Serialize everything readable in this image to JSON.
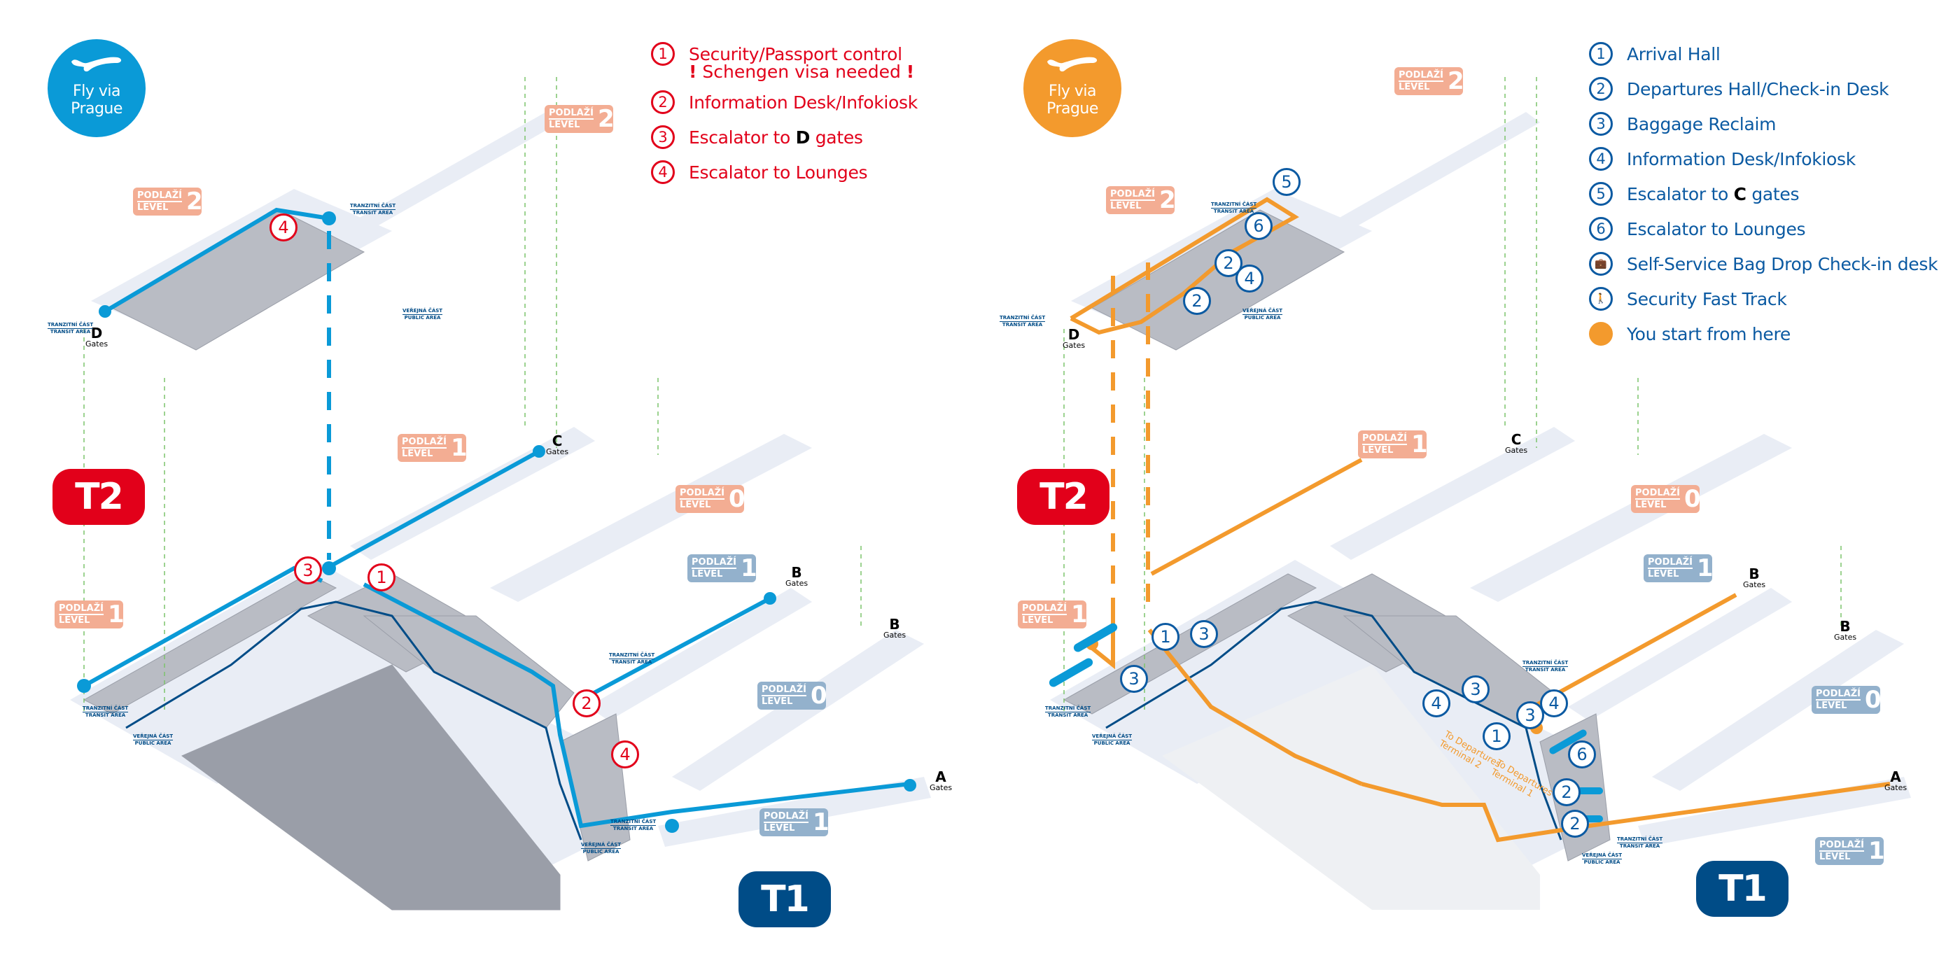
{
  "colors": {
    "red": "#e2001a",
    "route_blue": "#0a9ad7",
    "dark_blue": "#004c87",
    "orange": "#f39a2d",
    "level_orange": "#f3ad93",
    "level_blue": "#93b1cc",
    "building_grey": "#b9bcc4",
    "floor_light": "#e9edf5"
  },
  "left_map": {
    "logo": {
      "line1": "Fly via",
      "line2": "Prague",
      "color": "#0a9ad7"
    },
    "legend": [
      {
        "num": "1",
        "label": "Security/Passport control",
        "sub": "Schengen visa needed",
        "sub_mark": "!"
      },
      {
        "num": "2",
        "label": "Information Desk/Infokiosk"
      },
      {
        "num": "3",
        "label_pre": "Escalator to ",
        "label_bold": "D",
        "label_post": " gates"
      },
      {
        "num": "4",
        "label": "Escalator to Lounges"
      }
    ],
    "terminals": {
      "t2": "T2",
      "t1": "T1"
    },
    "levels": [
      {
        "word1": "PODLAŽÍ",
        "word2": "LEVEL",
        "num": "2",
        "tone": "orange"
      },
      {
        "word1": "PODLAŽÍ",
        "word2": "LEVEL",
        "num": "2",
        "tone": "orange"
      },
      {
        "word1": "PODLAŽÍ",
        "word2": "LEVEL",
        "num": "1",
        "tone": "orange"
      },
      {
        "word1": "PODLAŽÍ",
        "word2": "LEVEL",
        "num": "0",
        "tone": "orange"
      },
      {
        "word1": "PODLAŽÍ",
        "word2": "LEVEL",
        "num": "1",
        "tone": "orange"
      },
      {
        "word1": "PODLAŽÍ",
        "word2": "LEVEL",
        "num": "1",
        "tone": "blue"
      },
      {
        "word1": "PODLAŽÍ",
        "word2": "LEVEL",
        "num": "0",
        "tone": "blue"
      },
      {
        "word1": "PODLAŽÍ",
        "word2": "LEVEL",
        "num": "1",
        "tone": "blue"
      }
    ],
    "gates": [
      {
        "letter": "D",
        "word": "Gates"
      },
      {
        "letter": "C",
        "word": "Gates"
      },
      {
        "letter": "B",
        "word": "Gates"
      },
      {
        "letter": "B",
        "word": "Gates"
      },
      {
        "letter": "A",
        "word": "Gates"
      }
    ],
    "zones": {
      "transit_cz": "TRANZITNÍ ČÁST",
      "transit_en": "TRANSIT AREA",
      "public_cz": "VEŘEJNÁ ČÁST",
      "public_en": "PUBLIC AREA"
    },
    "markers": [
      "4",
      "3",
      "1",
      "2",
      "4"
    ]
  },
  "right_map": {
    "logo": {
      "line1": "Fly via",
      "line2": "Prague",
      "color": "#f39a2d"
    },
    "legend": [
      {
        "num": "1",
        "label": "Arrival Hall"
      },
      {
        "num": "2",
        "label": "Departures Hall/Check-in Desk"
      },
      {
        "num": "3",
        "label": "Baggage Reclaim"
      },
      {
        "num": "4",
        "label": "Information Desk/Infokiosk"
      },
      {
        "num": "5",
        "label_pre": "Escalator to ",
        "label_bold": "C",
        "label_post": " gates"
      },
      {
        "num": "6",
        "label": "Escalator to Lounges"
      },
      {
        "icon": "self-service-bag-drop",
        "label": "Self-Service Bag Drop Check-in desk"
      },
      {
        "icon": "security-fast-track",
        "label": "Security Fast Track"
      },
      {
        "icon": "start-dot",
        "label": "You start from here"
      }
    ],
    "terminals": {
      "t2": "T2",
      "t1": "T1"
    },
    "to_departures": [
      {
        "line1": "To Departures",
        "line2": "Terminal 2"
      },
      {
        "line1": "To Departures",
        "line2": "Terminal 1"
      }
    ],
    "markers": [
      "5",
      "6",
      "2",
      "4",
      "2",
      "1",
      "3",
      "3",
      "4",
      "3",
      "1",
      "3",
      "4",
      "6",
      "2",
      "2"
    ]
  }
}
